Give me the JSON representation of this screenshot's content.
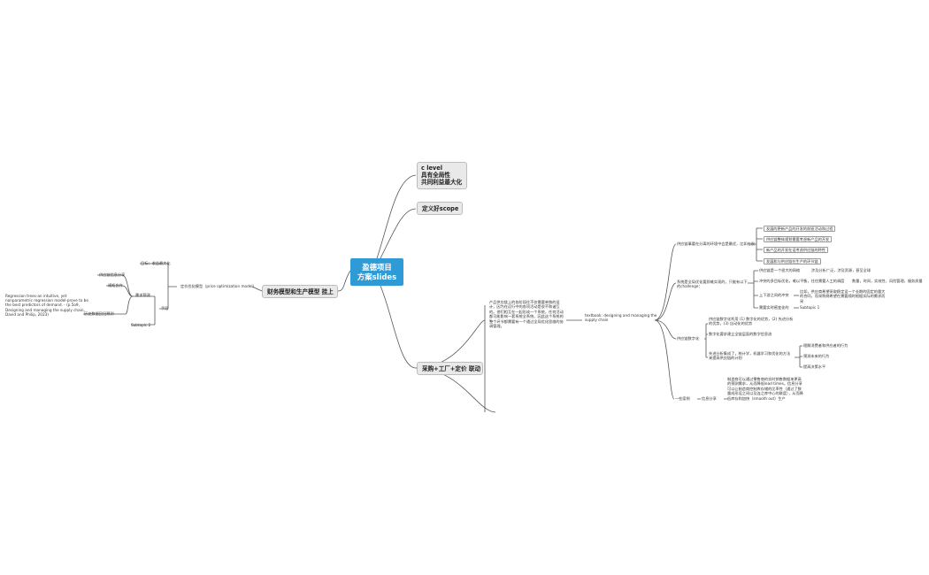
{
  "root": {
    "line1": "盈德项目",
    "line2": "方案slides"
  },
  "level1": {
    "c_level": {
      "lines": [
        "c level",
        "具有全局性",
        "共同利益最大化"
      ]
    },
    "scope": "定义好scope",
    "finance": "财务模型和生产模型 挂上",
    "procure": "采购+工厂+定价 联动"
  },
  "finance_branch": {
    "price_opt": "定价优化模型（price optimization model）",
    "goal": "目标：收益最大化",
    "demand": "需求预测",
    "means": "手段",
    "subtopic": "Subtopic 2",
    "supply_info": "供应链信息分享",
    "reg_trees": "规矩合作",
    "hist_data": "历史数据回归预测",
    "regression_note": [
      "Regression trees-an intuitive, yet",
      "nonparametric regression model-prove to be",
      "the best predictors of demand. - (p.5o9,",
      "Designing and managing the supply chain,",
      "David and Philip, 2023)"
    ]
  },
  "procure_branch": {
    "left_note": "产品供应链上的各阶段往不仅需要单独的设计，因为在运行中的各项活动是很不和谐互的。他们相互在一起形成一个系统，任何活动都可能影响一套系统全系统，因此这个系统的整个环节都需要有一个通过全局优化思维的协调管理。",
    "textbook": "textbook: designing and managing the supply chain",
    "why_global": "供应链事要在分离的环境中会是最优，比如在很",
    "why_items": [
      "发展的更新产品的开发的前驱活动和过程",
      "供应链整体规划需要考虑新产品的开发",
      "新产品的开发在设考虑供应链的特性",
      "发展和与供应链在生产的环节链"
    ],
    "challenges": "系统是全局优化要即难实现的，只能有以下的challenge：",
    "ch1": "供应链是一个很大的网络",
    "ch1_detail": "涉及分析广泛，涉及资源，甚至全球",
    "ch2": "冲突的多目标优化，难以平衡，往往需要人工的调度",
    "ch2_detail": "数量，时间，实效性，风险管理，服务质量",
    "ch3": "上下游之间的冲突",
    "ch3_detail": "比如，供应商希望采取稳定设一个长期的固定的量大的合同，而采购商希望在需要随时根据实际的需求而采",
    "ch4": "需要实时感变化的",
    "ch4_sub": "Subtopic 1",
    "digital": "供应链数字化",
    "dig1": "供应链数字化利用 (1) 数字化的优势，(2) 先进分析的优势，(3) 自动化的优势",
    "dig2": "数字化要求建立全链层面的数字信息流",
    "dig3": "先进分析集成了，统计学，机器学习和优化的方法来提高供应链的计划",
    "dig3_items": [
      "理解消费者和供应者的行为",
      "预测未来的行为",
      "提高决策水平"
    ],
    "case": "一些案例",
    "info_share": "信息分享",
    "info_share_note": "制造商可以通过零售商的实时销售数据来更高的预测需求，从而降低lead times。信息分享可以让制造商控制库存储的比率性（通过了数量成形设之间以及连之库中心的联度），从而降低库存和加快（smooth out）生产"
  }
}
